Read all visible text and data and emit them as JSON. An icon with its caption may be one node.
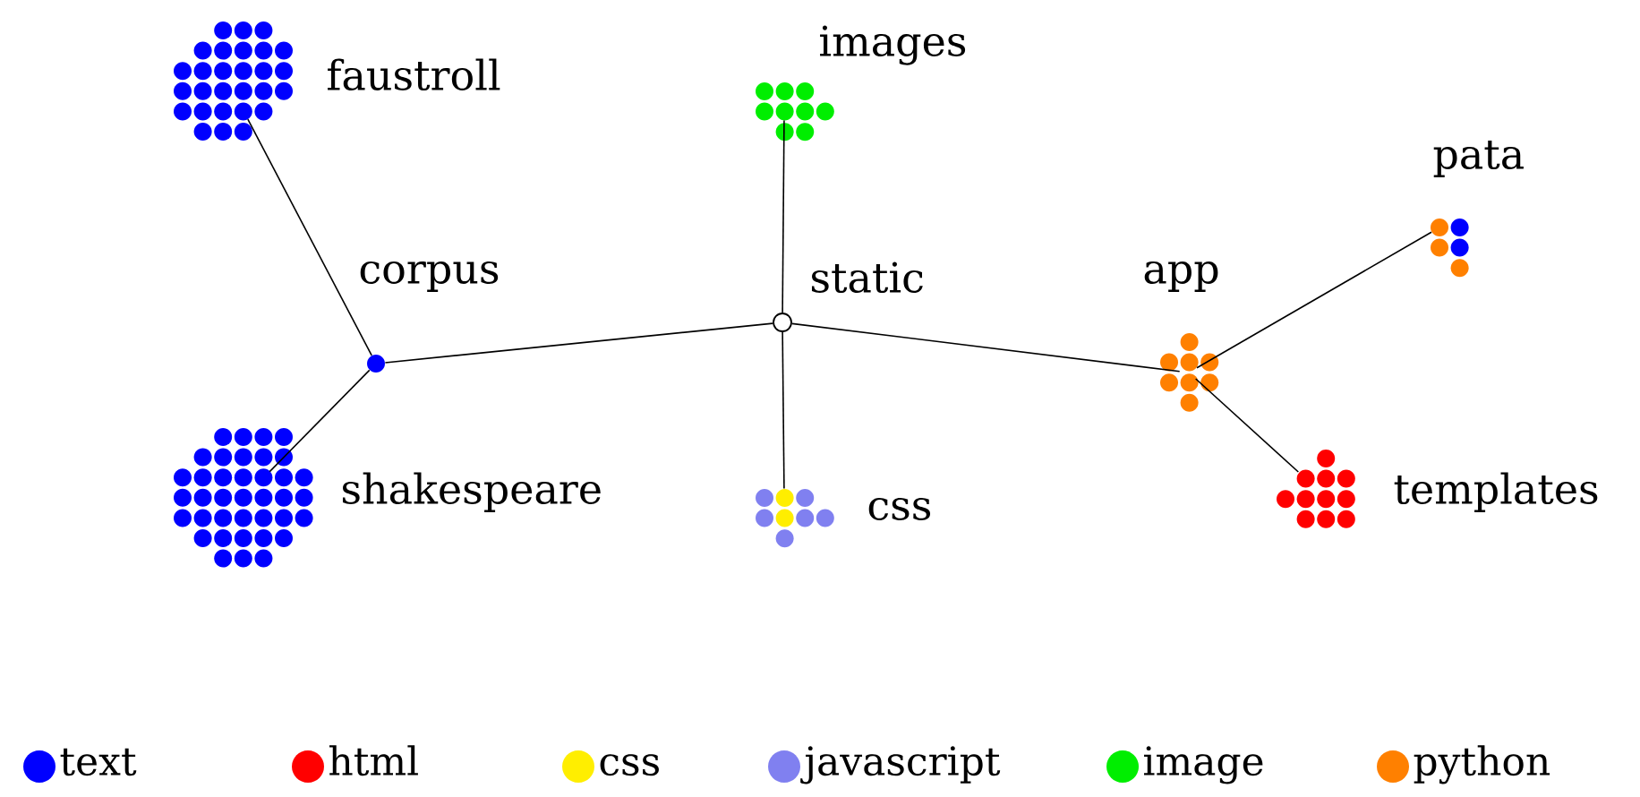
{
  "diagram": {
    "nodes": [
      {
        "text": [
          "corpus"
        ]
      },
      {
        "text": [
          "faustroll"
        ]
      },
      {
        "text": [
          "shakespeare"
        ]
      },
      {
        "text": [
          "static"
        ]
      },
      {
        "text": [
          "images"
        ]
      },
      {
        "text": [
          "css"
        ]
      },
      {
        "text": [
          "app"
        ]
      },
      {
        "text": [
          "pata"
        ]
      },
      {
        "text": [
          "templates"
        ]
      }
    ],
    "edges": [
      {
        "from": 0,
        "to": 1,
        "arrow": "none"
      },
      {
        "from": 0,
        "to": 2,
        "arrow": "none"
      },
      {
        "from": 0,
        "to": 3,
        "arrow": "none"
      },
      {
        "from": 3,
        "to": 4,
        "arrow": "none"
      },
      {
        "from": 3,
        "to": 5,
        "arrow": "none"
      },
      {
        "from": 3,
        "to": 6,
        "arrow": "none"
      },
      {
        "from": 6,
        "to": 7,
        "arrow": "none"
      },
      {
        "from": 6,
        "to": 8,
        "arrow": "none"
      }
    ],
    "legend": [
      {
        "text": "text",
        "color": "#0000ff"
      },
      {
        "text": "html",
        "color": "#ff0000"
      },
      {
        "text": "css",
        "color": "#ffee00"
      },
      {
        "text": "javascript",
        "color": "#8080f0"
      },
      {
        "text": "image",
        "color": "#00ee00"
      },
      {
        "text": "python",
        "color": "#ff8000"
      }
    ]
  }
}
